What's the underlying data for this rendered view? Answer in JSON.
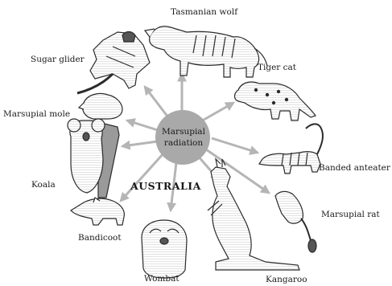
{
  "center_label": [
    "Marsupial",
    "radiation"
  ],
  "region_label": "AUSTRALIA",
  "animals": {
    "tasmanian_wolf": "Tasmanian wolf",
    "sugar_glider": "Sugar glider",
    "tiger_cat": "Tiger cat",
    "marsupial_mole": "Marsupial mole",
    "banded_anteater": "Banded anteater",
    "koala": "Koala",
    "marsupial_rat": "Marsupial rat",
    "bandicoot": "Bandicoot",
    "wombat": "Wombat",
    "kangaroo": "Kangaroo"
  },
  "colors": {
    "arrow": "#b5b5b5",
    "center_circle": "#a9a9a9",
    "ink": "#2b2b2b"
  }
}
